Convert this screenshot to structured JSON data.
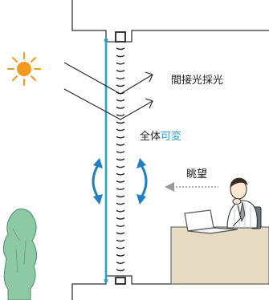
{
  "labels": {
    "indirect_light": "間接光採光",
    "whole_variable_prefix": "全体",
    "whole_variable_accent": "可変",
    "view": "眺望"
  },
  "colors": {
    "accent_blue": "#2b9fd8",
    "arrow_blue": "#1f7fc1",
    "sun": "#f39a1e",
    "plant": "#8cc9a4",
    "desk": "#e6dcc3",
    "line": "#333333"
  },
  "icons": {
    "sun": "sun-icon",
    "plant": "plant-icon",
    "person": "person-at-desk-icon"
  }
}
